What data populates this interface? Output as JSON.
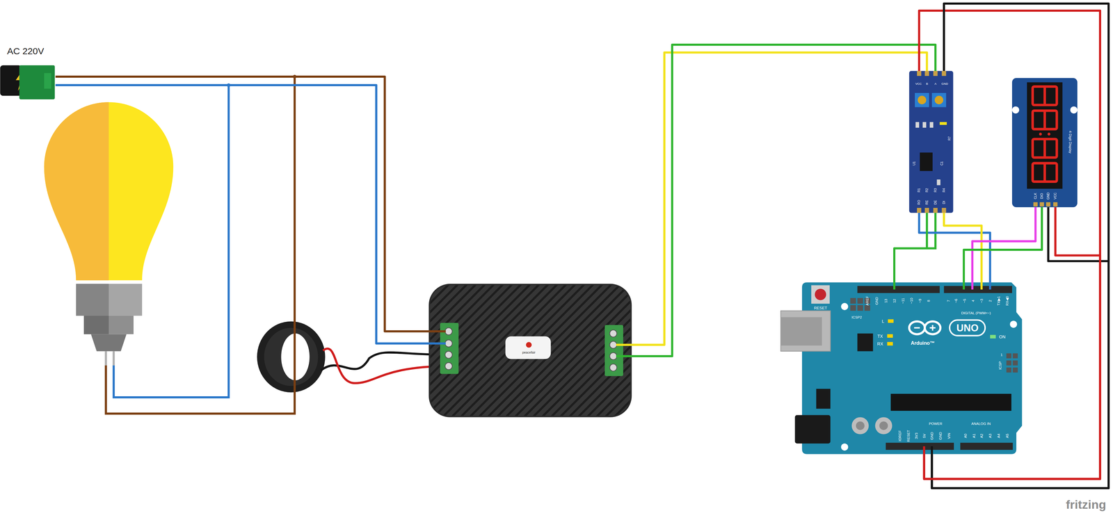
{
  "diagram": {
    "nodes": [
      {
        "text": [
          "AC 220V"
        ]
      },
      {
        "text": [
          "peacefair"
        ]
      },
      {
        "text": [
          "VCC",
          "B",
          "A",
          "GND",
          "U1",
          "C1",
          "R7",
          "R1",
          "R2",
          "R3",
          "R4",
          "RO",
          "RE",
          "DE",
          "DI"
        ]
      },
      {
        "text": [
          "4 Digit Display",
          "CLK",
          "DIO",
          "GND",
          "VCC"
        ]
      },
      {
        "text": [
          "RESET",
          "ICSP2",
          "AREF",
          "GND",
          "13",
          "12",
          "~11",
          "~10",
          "~9",
          "8",
          "7",
          "~6",
          "~5",
          "4",
          "~3",
          "2",
          "TX▶1",
          "RX◀0",
          "DIGITAL (PWM=~)",
          "L",
          "TX",
          "RX",
          "UNO",
          "Arduino™",
          "ON",
          "ICSP",
          "1",
          "IOREF",
          "RESET",
          "3V3",
          "5V",
          "GND",
          "GND",
          "VIN",
          "POWER",
          "ANALOG IN",
          "A0",
          "A1",
          "A2",
          "A3",
          "A4",
          "A5"
        ]
      }
    ],
    "edges": [
      {
        "from": 0,
        "to": 1,
        "arrow": "none"
      },
      {
        "from": 0,
        "to": 1,
        "arrow": "none"
      },
      {
        "from": 1,
        "to": 2,
        "arrow": "none"
      },
      {
        "from": 1,
        "to": 2,
        "arrow": "none"
      },
      {
        "from": 2,
        "to": 4,
        "arrow": "none"
      },
      {
        "from": 2,
        "to": 4,
        "arrow": "none"
      },
      {
        "from": 2,
        "to": 4,
        "arrow": "none"
      },
      {
        "from": 2,
        "to": 4,
        "arrow": "none"
      },
      {
        "from": 2,
        "to": 4,
        "arrow": "none"
      },
      {
        "from": 3,
        "to": 4,
        "arrow": "none"
      },
      {
        "from": 3,
        "to": 4,
        "arrow": "none"
      },
      {
        "from": 3,
        "to": 4,
        "arrow": "none"
      },
      {
        "from": 3,
        "to": 4,
        "arrow": "none"
      }
    ],
    "labels": [
      "fritzing"
    ]
  }
}
